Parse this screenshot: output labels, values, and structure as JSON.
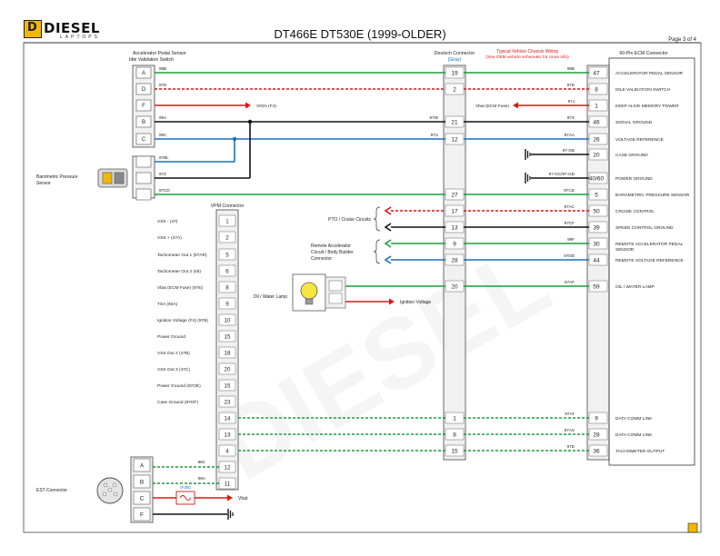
{
  "header": {
    "title": "DT466E DT530E (1999-OLDER)",
    "page": "Page 3 of 4",
    "logo_text": "DIESEL",
    "logo_sub": "LAPTOPS",
    "logo_letter": "D"
  },
  "colors": {
    "green": "#1a9e3c",
    "red": "#e01414",
    "blue": "#1a6fbf",
    "black": "#111111",
    "brand": "#f2b705"
  },
  "labels": {
    "apps_title_1": "Accelerator Pedal Sensor",
    "apps_title_2": "Idle Validation Switch",
    "baro_1": "Barometric Pressure",
    "baro_2": "Sensor",
    "deutsch_1": "Deutsch Connector",
    "deutsch_2": "(Gray)",
    "note_1": "Typical Vehicle Chassis Wiring",
    "note_2": "(See OEM vehicle schematic for more info)",
    "ecm_title": "60-Pin ECM Connector",
    "vpm_title": "VPM Connector",
    "vign": "VIGN (F4)",
    "vbat_ecm": "Vbat (ECM Fuse)",
    "pto": "PTO / Cruise Circuits",
    "remote_1": "Remote Accelerator",
    "remote_2": "Circuit / Body Builder",
    "remote_3": "Connector",
    "oil_lamp": "Oil / Water Lamp",
    "ign_voltage": "Ignition Voltage",
    "est": "EST Connector",
    "f2b": "(F2B)",
    "vbat_out": "Vbat"
  },
  "apps_pins": [
    "A",
    "D",
    "F",
    "B",
    "C"
  ],
  "est_pins": [
    "A",
    "B",
    "C",
    "F"
  ],
  "top_wires": [
    {
      "left": "99B",
      "right": "99B",
      "dpin": "19",
      "epin": "47",
      "desc": "ACCELERATOR PEDAL SENSOR",
      "color": "green",
      "dash": false
    },
    {
      "left": "97D",
      "right": "97D",
      "dpin": "2",
      "epin": "8",
      "desc": "IDLE VALIDATION SWITCH",
      "color": "red",
      "dash": true
    },
    {
      "left": "",
      "right": "97J",
      "dpin": "",
      "epin": "1",
      "desc": "KEEP ALIVE MEMORY POWER",
      "color": "red",
      "dash": false
    },
    {
      "left": "99A",
      "mid": "97W",
      "right": "97X",
      "dpin": "21",
      "epin": "46",
      "desc": "SIGNAL GROUND",
      "color": "black",
      "dash": false
    },
    {
      "left": "99C",
      "mid": "97U",
      "right": "97AA",
      "dpin": "12",
      "epin": "26",
      "desc": "VOLTAGE REFERENCE",
      "color": "blue",
      "dash": false
    },
    {
      "left": "97BL",
      "right": "97-GB",
      "dpin": "",
      "epin": "20",
      "desc": "CASE GROUND",
      "color": "black",
      "dash": false
    },
    {
      "left": "97Z",
      "right": "97-GC/97-GD",
      "dpin": "",
      "epin": "40/60",
      "desc": "POWER GROUND",
      "color": "black",
      "dash": false
    },
    {
      "left": "97CD",
      "right": "97CD",
      "dpin": "27",
      "epin": "5",
      "desc": "BAROMETRIC PRESSURE SENSOR",
      "color": "green",
      "dash": false
    },
    {
      "left": "",
      "right": "97AC",
      "dpin": "17",
      "epin": "50",
      "desc": "CRUISE CONTROL",
      "color": "red",
      "dash": true
    },
    {
      "left": "",
      "right": "97CF",
      "dpin": "13",
      "epin": "39",
      "desc": "SPEED CONTROL GROUND",
      "color": "black",
      "dash": false
    },
    {
      "left": "",
      "right": "99F",
      "dpin": "9",
      "epin": "30",
      "desc": "REMOTE ACCELERATOR PEDAL",
      "desc2": "SENSOR",
      "color": "green",
      "dash": false
    },
    {
      "left": "",
      "right": "97DD",
      "dpin": "28",
      "epin": "44",
      "desc": "REMOTE VOLTAGE REFERENCE",
      "color": "blue",
      "dash": false
    },
    {
      "left": "",
      "right": "97AF",
      "dpin": "20",
      "epin": "59",
      "desc": "OIL / WATER LAMP",
      "color": "green",
      "dash": false
    }
  ],
  "vpm_rows": [
    {
      "label": "VSS - (47)",
      "pin": "1"
    },
    {
      "label": "VSS + (47A)",
      "pin": "2"
    },
    {
      "label": "Tachometer Out 1 (97AR)",
      "pin": "5"
    },
    {
      "label": "Tachometer Out 2 (48)",
      "pin": "6"
    },
    {
      "label": "Vbat (ECM Fuse) (97E)",
      "pin": "8"
    },
    {
      "label": "TSA (93A)",
      "pin": "9"
    },
    {
      "label": "Ignition Voltage (F4) (97B)",
      "pin": "10"
    },
    {
      "label": "Power Ground",
      "pin": "15"
    },
    {
      "label": "VSS Out 2 (47B)",
      "pin": "18"
    },
    {
      "label": "VSS Out 3 (47C)",
      "pin": "20"
    },
    {
      "label": "Power Ground (97OE)",
      "pin": "15"
    },
    {
      "label": "Case Ground (97OF)",
      "pin": "23"
    },
    {
      "label": "",
      "pin": "14"
    },
    {
      "label": "",
      "pin": "13"
    },
    {
      "label": "",
      "pin": "4"
    },
    {
      "label": "",
      "pin": "12"
    },
    {
      "label": "",
      "pin": "11"
    }
  ],
  "comm_wires": [
    {
      "vpin": "14",
      "dpin": "1",
      "wire": "97AT",
      "epin": "9",
      "desc": "DATA COMM LINK"
    },
    {
      "vpin": "13",
      "dpin": "8",
      "wire": "97AS",
      "epin": "28",
      "desc": "DATA COMM LINK"
    },
    {
      "vpin": "4",
      "dpin": "15",
      "wire": "97D",
      "epin": "36",
      "desc": "TACHOMETER OUTPUT"
    }
  ],
  "est_wires": [
    "98C",
    "98A"
  ]
}
